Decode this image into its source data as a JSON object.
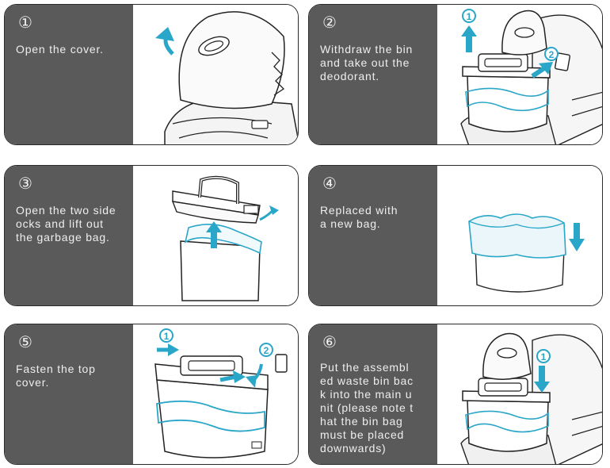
{
  "steps": [
    {
      "number": "1",
      "text": "Open the cover."
    },
    {
      "number": "2",
      "text": "Withdraw the bin\nand take out the\ndeodorant."
    },
    {
      "number": "3",
      "text": "Open the two side\nocks and lift out\nthe garbage bag."
    },
    {
      "number": "4",
      "text": "Replaced with\na new bag."
    },
    {
      "number": "5",
      "text": "Fasten the top\ncover."
    },
    {
      "number": "6",
      "text": "Put the assembl\ned waste bin bac\nk into the main u\nnit (please note t\nhat the bin bag\nmust be placed\ndownwards)"
    }
  ],
  "illustration_markers": {
    "step2_a": "1",
    "step2_b": "2",
    "step5_a": "1",
    "step5_b": "2",
    "step6_a": "1"
  },
  "colors": {
    "panel": "#5a5a5a",
    "accent": "#2aa6c9",
    "bag": "#5fc6e0",
    "line": "#222222"
  }
}
